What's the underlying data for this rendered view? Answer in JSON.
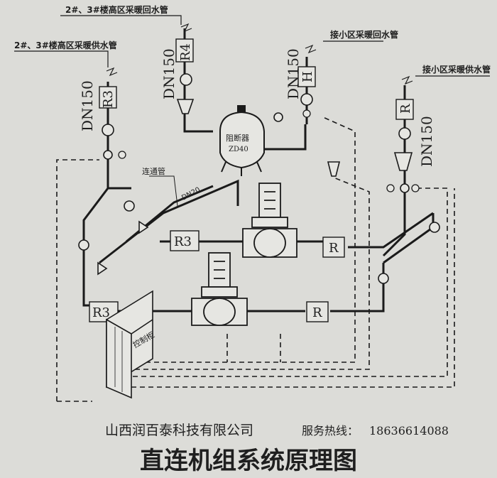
{
  "labels": {
    "pipe_high_return": "2#、3#楼高区采暖回水管",
    "pipe_high_supply": "2#、3#楼高区采暖供水管",
    "pipe_low_return": "接小区采暖回水管",
    "pipe_low_supply": "接小区采暖供水管",
    "dn150_1": "DN150",
    "dn150_2": "DN150",
    "dn150_3": "DN150",
    "dn150_4": "DN150",
    "tag_r3_top": "R3",
    "tag_r4": "R4",
    "tag_h": "H",
    "tag_r_right": "R",
    "tag_r3_mid": "R3",
    "tag_r3_low": "R3",
    "tag_r_mid": "R",
    "tag_r_low": "R",
    "bypass": "连通管",
    "dn20": "DN20",
    "separator_name": "阻断器",
    "separator_model": "ZD40",
    "cabinet": "控制柜"
  },
  "footer": {
    "company": "山西润百泰科技有限公司",
    "hotline_label": "服务热线：",
    "phone": "18636614088"
  },
  "title": "直连机组系统原理图",
  "colors": {
    "line": "#1a1a1a",
    "paper": "#dcdcd8"
  }
}
